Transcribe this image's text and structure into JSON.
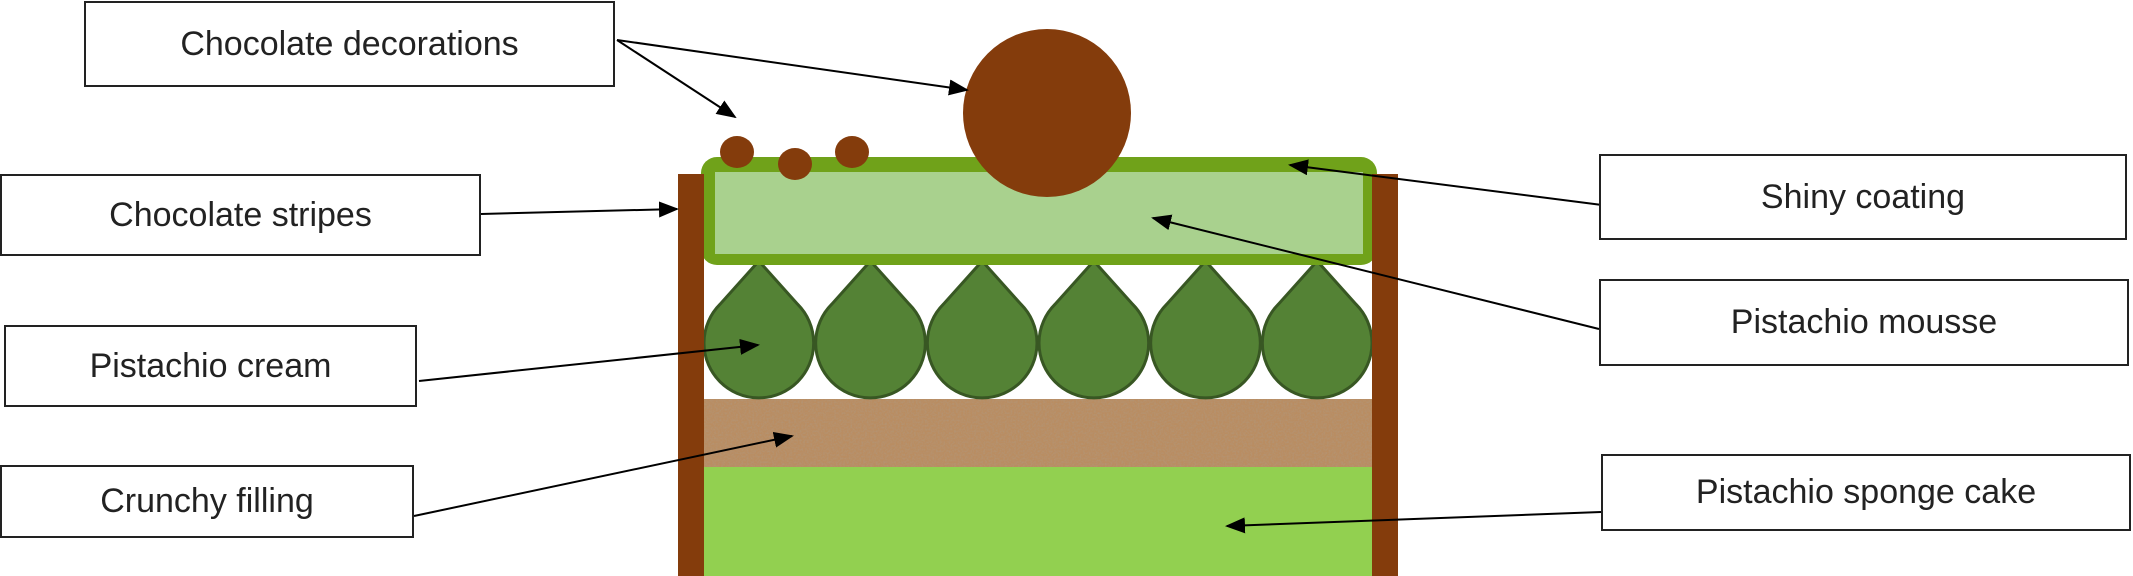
{
  "labels": {
    "chocolate_decorations": "Chocolate decorations",
    "chocolate_stripes": "Chocolate stripes",
    "pistachio_cream": "Pistachio cream",
    "crunchy_filling": "Crunchy filling",
    "shiny_coating": "Shiny coating",
    "pistachio_mousse": "Pistachio mousse",
    "pistachio_sponge_cake": "Pistachio sponge cake"
  },
  "colors": {
    "chocolate": "#843c0c",
    "coating": "#70a21a",
    "mousse": "#a9d18e",
    "cream": "#548235",
    "cream_outline": "#385723",
    "crunchy": "#b98d62",
    "sponge": "#92d050",
    "arrow": "#000000"
  },
  "cream_dollop_count": 6
}
